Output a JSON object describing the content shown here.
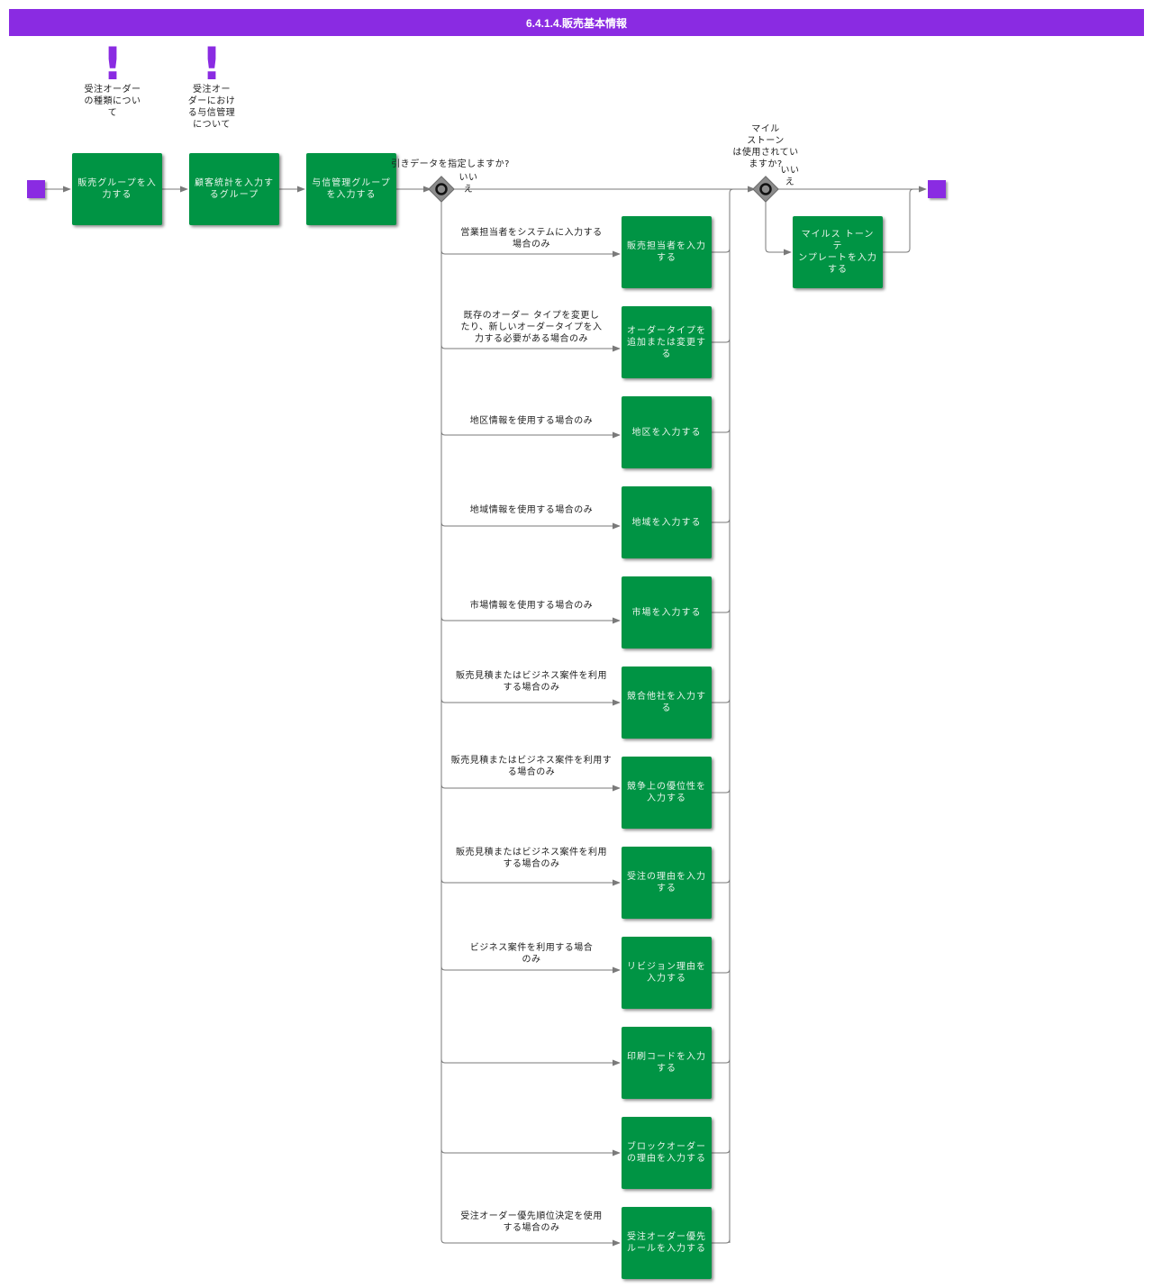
{
  "title": "6.4.1.4.販売基本情報",
  "colors": {
    "header": "#8A2BE2",
    "task": "#009444",
    "terminal": "#8A2BE2",
    "line": "#7a7a7a"
  },
  "annotations": [
    {
      "icon": "exclamation-icon",
      "text": "受注オーダー\nの種類につい\nて"
    },
    {
      "icon": "exclamation-icon",
      "text": "受注オー\nダーにおけ\nる与信管理\nについて"
    }
  ],
  "main_tasks": [
    "販売グループを入\n力する",
    "顧客統計を入力す\nるグループ",
    "与信管理グループ\nを入力する"
  ],
  "gateway1": {
    "question": "引きデータを指定しますか?",
    "no_label": "いい\nえ"
  },
  "gateway2": {
    "question": "マイル\nストーン\nは使用されてい\nますか?",
    "no_label": "いい\nえ"
  },
  "branches": [
    {
      "condition": "営業担当者をシステムに入力する\n場合のみ",
      "task": "販売担当者を入力\nする"
    },
    {
      "condition": "既存のオーダー タイプを変更し\nたり、新しいオーダータイプを入\n力する必要がある場合のみ",
      "task": "オーダータイプを\n追加または変更す\nる"
    },
    {
      "condition": "地区情報を使用する場合のみ",
      "task": "地区を入力する"
    },
    {
      "condition": "地域情報を使用する場合のみ",
      "task": "地域を入力する"
    },
    {
      "condition": "市場情報を使用する場合のみ",
      "task": "市場を入力する"
    },
    {
      "condition": "販売見積またはビジネス案件を利用\nする場合のみ",
      "task": "競合他社を入力す\nる"
    },
    {
      "condition": "販売見積またはビジネス案件を利用す\nる場合のみ",
      "task": "競争上の優位性を\n入力する"
    },
    {
      "condition": "販売見積またはビジネス案件を利用\nする場合のみ",
      "task": "受注の理由を入力\nする"
    },
    {
      "condition": "ビジネス案件を利用する場合\nのみ",
      "task": "リビジョン理由を\n入力する"
    },
    {
      "condition": "",
      "task": "印刷コードを入力\nする"
    },
    {
      "condition": "",
      "task": "ブロックオーダー\nの理由を入力する"
    },
    {
      "condition": "受注オーダー優先順位決定を使用\nする場合のみ",
      "task": "受注オーダー優先\nルールを入力する"
    }
  ],
  "milestone_task": "マイルス トーン テ\nンプレートを入力\nする"
}
